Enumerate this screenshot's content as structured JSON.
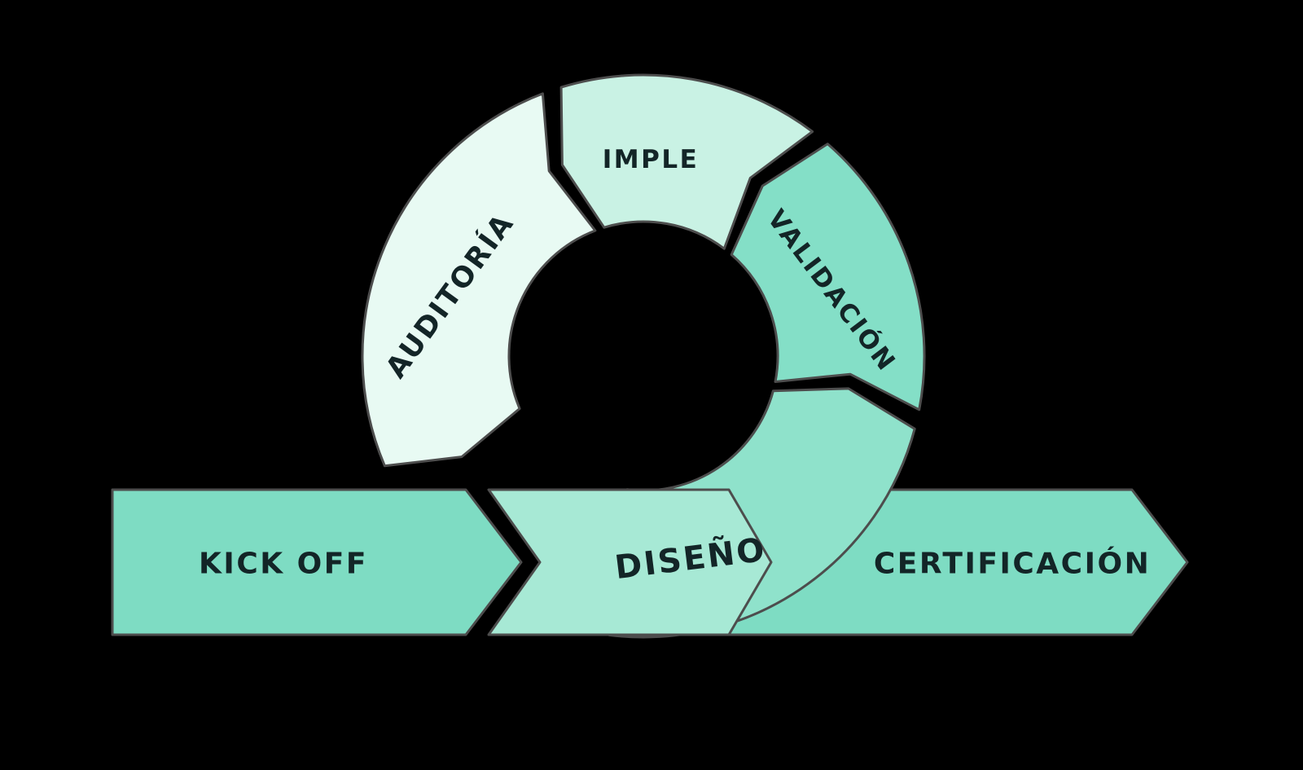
{
  "diagram": {
    "type": "process-loop",
    "stages": {
      "kickoff": {
        "label": "KICK OFF",
        "color": "#7edcc3"
      },
      "diseno": {
        "label": "DISEÑO",
        "color": "#a7e9d5",
        "tail_color": "#8fe2cb"
      },
      "validacion": {
        "label": "VALIDACIÓN",
        "color": "#84dfc7"
      },
      "imple": {
        "label": "IMPLE",
        "color": "#c9f2e4"
      },
      "auditoria": {
        "label": "AUDITORÍA",
        "color": "#e8faf3"
      },
      "certificacion": {
        "label": "CERTIFICACIÓN",
        "color": "#7edcc3"
      }
    },
    "style": {
      "background": "#000000",
      "outline": "#4d4d4d",
      "text_color": "#132527"
    }
  }
}
